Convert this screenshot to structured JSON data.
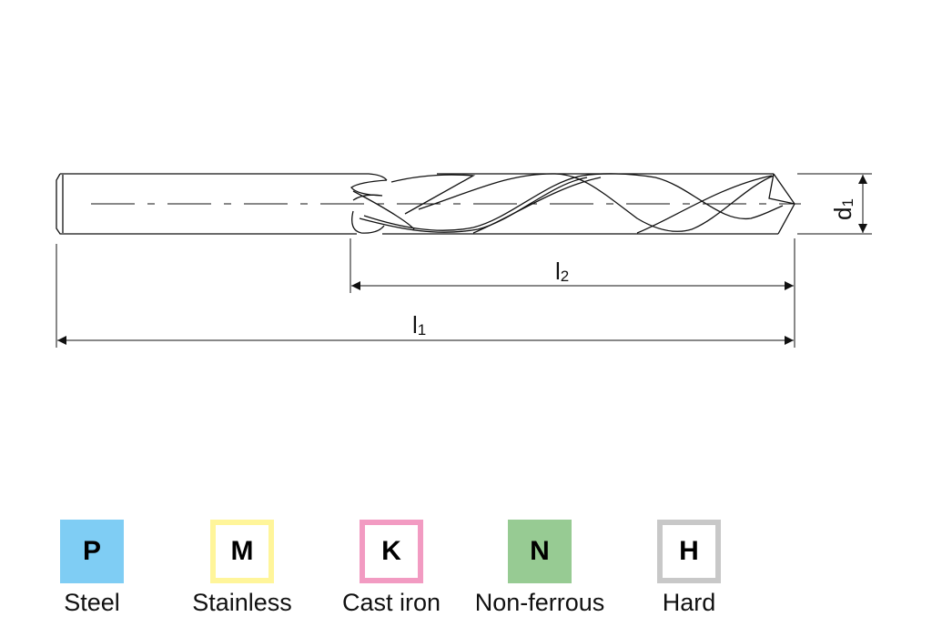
{
  "drawing": {
    "d1": {
      "main": "d",
      "sub": "1"
    },
    "l1": {
      "main": "l",
      "sub": "1"
    },
    "l2": {
      "main": "l",
      "sub": "2"
    }
  },
  "legend": [
    {
      "code": "P",
      "label": "Steel",
      "color": "#7fcdf4",
      "filled": true
    },
    {
      "code": "M",
      "label": "Stainless",
      "color": "#fff59a",
      "filled": false
    },
    {
      "code": "K",
      "label": "Cast iron",
      "color": "#f29bc2",
      "filled": false
    },
    {
      "code": "N",
      "label": "Non-ferrous",
      "color": "#97cb93",
      "filled": true
    },
    {
      "code": "H",
      "label": "Hard",
      "color": "#c8c8c8",
      "filled": false
    }
  ]
}
